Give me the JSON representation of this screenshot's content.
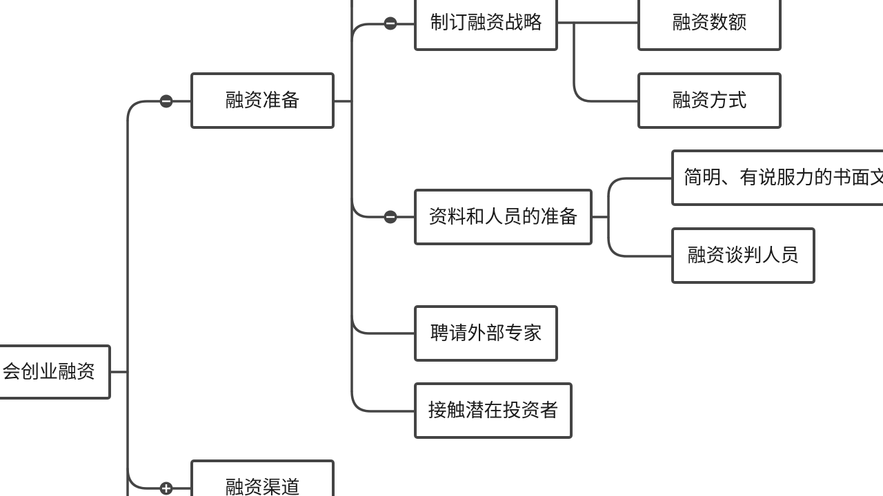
{
  "mindmap": {
    "root": {
      "label": "会创业融资"
    },
    "branches": [
      {
        "label": "融资准备",
        "state": "expanded",
        "children": [
          {
            "label": "制订融资战略",
            "state": "expanded",
            "children": [
              {
                "label": "融资数额"
              },
              {
                "label": "融资方式"
              }
            ]
          },
          {
            "label": "资料和人员的准备",
            "state": "expanded",
            "children": [
              {
                "label": "简明、有说服力的书面文"
              },
              {
                "label": "融资谈判人员"
              }
            ]
          },
          {
            "label": "聘请外部专家"
          },
          {
            "label": "接触潜在投资者"
          }
        ]
      },
      {
        "label": "融资渠道",
        "state": "collapsed"
      }
    ]
  },
  "colors": {
    "line": "#444444",
    "node_border": "#444444",
    "toggle_fill": "#444444",
    "toggle_symbol": "#ffffff",
    "background": "#ffffff"
  },
  "icons": {
    "expanded_toggle": "collapse-minus-icon",
    "collapsed_toggle": "expand-plus-icon"
  }
}
